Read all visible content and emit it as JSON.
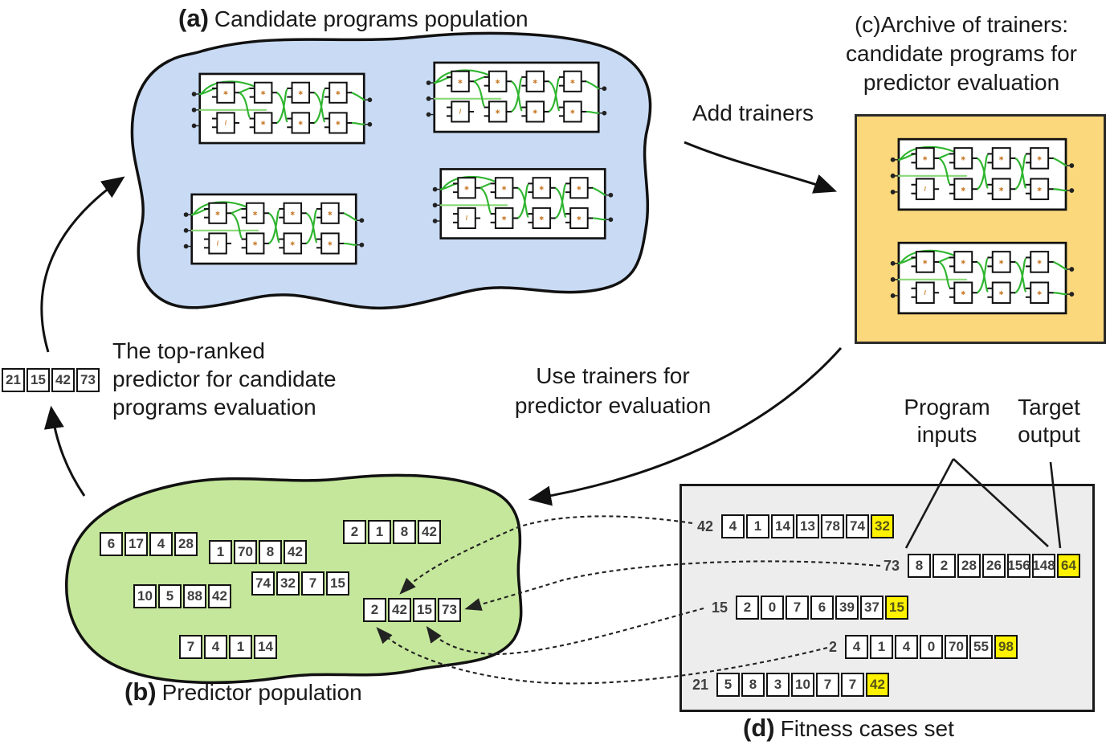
{
  "colors": {
    "blob_blue": "#c9dbf4",
    "blob_green": "#c5e79b",
    "archive_fill": "#fbd87b",
    "fitness_fill": "#ededed",
    "highlight_yellow": "#fff200",
    "wire_green": "#2fb52f"
  },
  "headings": {
    "a": {
      "tag": "(a)",
      "text": "Candidate programs population"
    },
    "b": {
      "tag": "(b)",
      "text": "Predictor population"
    },
    "c": {
      "tag": "(c)",
      "line1": "Archive of trainers:",
      "line2": "candidate programs for",
      "line3": "predictor evaluation"
    },
    "d": {
      "tag": "(d)",
      "text": "Fitness cases set"
    }
  },
  "annotations": {
    "add_trainers": "Add trainers",
    "use_trainers_line1": "Use trainers for",
    "use_trainers_line2": "predictor evaluation",
    "top_ranked_line1": "The top-ranked",
    "top_ranked_line2": "predictor for candidate",
    "top_ranked_line3": "programs evaluation",
    "program_inputs_line1": "Program",
    "program_inputs_line2": "inputs",
    "target_output_line1": "Target",
    "target_output_line2": "output"
  },
  "top_predictor": [
    21,
    15,
    42,
    73
  ],
  "predictor_population": [
    [
      6,
      17,
      4,
      28
    ],
    [
      1,
      70,
      8,
      42
    ],
    [
      2,
      1,
      8,
      42
    ],
    [
      10,
      5,
      88,
      42
    ],
    [
      74,
      32,
      7,
      15
    ],
    [
      2,
      42,
      15,
      73
    ],
    [
      7,
      4,
      1,
      14
    ]
  ],
  "fitness_cases": [
    {
      "case_id": "42",
      "inputs": [
        4,
        1,
        14,
        13,
        78,
        74
      ],
      "target": 32
    },
    {
      "case_id": "73",
      "inputs": [
        8,
        2,
        28,
        26,
        156,
        148
      ],
      "target": 64
    },
    {
      "case_id": "15",
      "inputs": [
        2,
        0,
        7,
        6,
        39,
        37
      ],
      "target": 15
    },
    {
      "case_id": "2",
      "inputs": [
        4,
        1,
        4,
        0,
        70,
        55
      ],
      "target": 98
    },
    {
      "case_id": "21",
      "inputs": [
        5,
        8,
        3,
        10,
        7,
        7
      ],
      "target": 42
    }
  ]
}
